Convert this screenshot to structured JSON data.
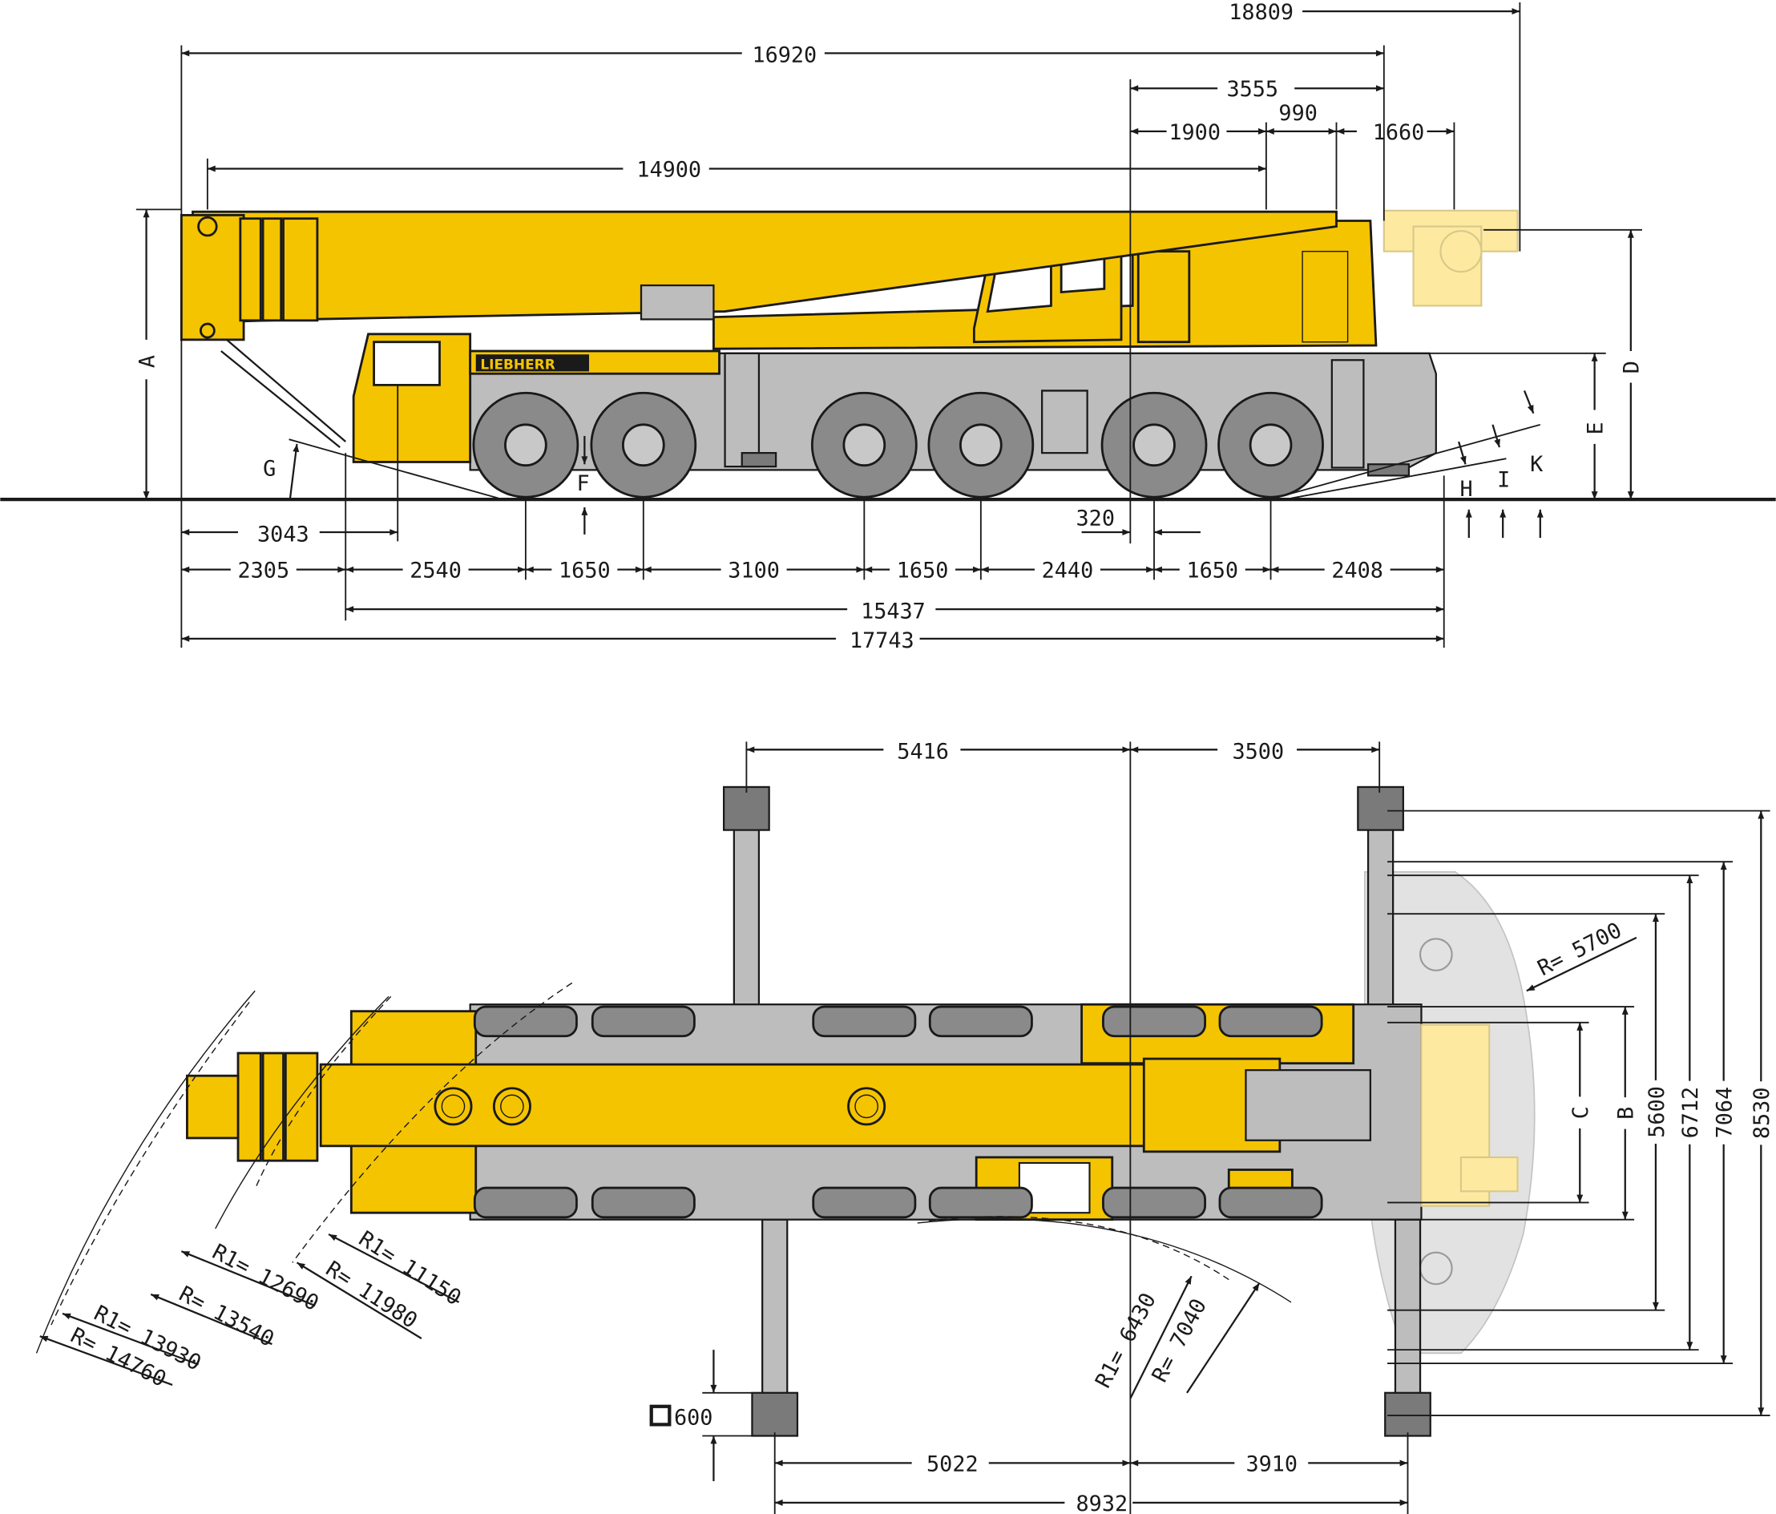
{
  "brand": "LIEBHERR",
  "colors": {
    "crane_yellow": "#f5c400",
    "chassis_grey": "#bdbdbd",
    "tire_grey": "#8a8a8a",
    "line": "#1a1a1a"
  },
  "side_view": {
    "dims": {
      "overall_with_hook": "18809",
      "overall_superstructure": "16920",
      "rear_3555": "3555",
      "rear_1900": "1900",
      "rear_990": "990",
      "rear_1660": "1660",
      "boom_14900": "14900",
      "front_3043": "3043",
      "front_overhang": "2305",
      "axle_1_2": "2540",
      "axle_2_3": "1650",
      "axle_3_4": "3100",
      "axle_4_5": "1650",
      "axle_5_6": "2440",
      "axle_6_7": "1650",
      "rear_overhang": "2408",
      "offset_320": "320",
      "total_chassis": "15437",
      "total_length": "17743"
    },
    "letters": {
      "A": "A",
      "D": "D",
      "E": "E",
      "F": "F",
      "G": "G",
      "H": "H",
      "I": "I",
      "K": "K"
    }
  },
  "plan_view": {
    "dims": {
      "front_outrigger": "5416",
      "rear_outrigger": "3500",
      "front_outrigger_lower": "5022",
      "rear_outrigger_lower": "3910",
      "outrigger_base": "8932",
      "pad_size": "600",
      "width_5600": "5600",
      "width_6712": "6712",
      "width_7064": "7064",
      "width_8530": "8530",
      "C": "C",
      "B": "B"
    },
    "radii": {
      "r1_11150": "R1= 11150",
      "r_11980": "R= 11980",
      "r1_12690": "R1= 12690",
      "r_13540": "R= 13540",
      "r1_13930": "R1= 13930",
      "r_14760": "R= 14760",
      "r1_6430": "R1= 6430",
      "r_7040": "R= 7040",
      "r_5700": "R= 5700"
    }
  }
}
